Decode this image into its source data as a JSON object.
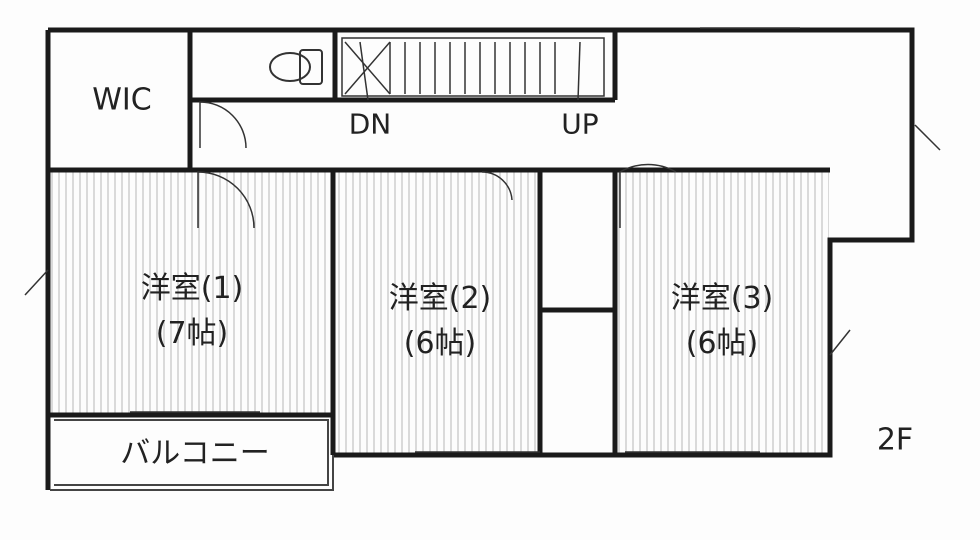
{
  "floor_label": "2F",
  "rooms": {
    "wic": "WIC",
    "room1": {
      "name": "洋室(1)",
      "size": "(7帖)"
    },
    "room2": {
      "name": "洋室(2)",
      "size": "(6帖)"
    },
    "room3": {
      "name": "洋室(3)",
      "size": "(6帖)"
    },
    "balcony": "バルコニー"
  },
  "stairs": {
    "down": "DN",
    "up": "UP"
  },
  "colors": {
    "wall": "#1a1a1a",
    "hatch": "#b8b8b8",
    "paper": "#fdfdfd"
  }
}
